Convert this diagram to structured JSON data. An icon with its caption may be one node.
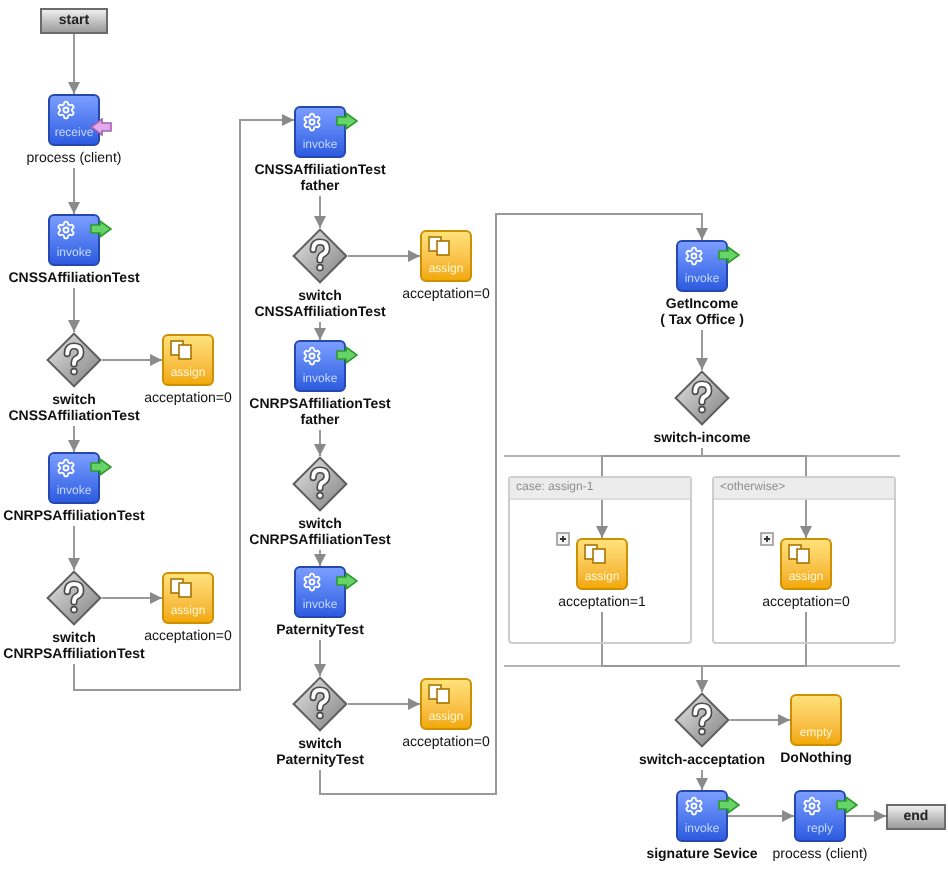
{
  "diagram": {
    "nodes": [
      {
        "text": [
          "start"
        ]
      },
      {
        "text": [
          "receive",
          "process (client)"
        ]
      },
      {
        "text": [
          "invoke",
          "CNSSAffiliationTest"
        ]
      },
      {
        "text": [
          "switch CNSSAffiliationTest"
        ]
      },
      {
        "text": [
          "assign",
          "acceptation=0"
        ]
      },
      {
        "text": [
          "invoke",
          "CNRPSAffiliationTest"
        ]
      },
      {
        "text": [
          "switch CNRPSAffiliationTest"
        ]
      },
      {
        "text": [
          "assign",
          "acceptation=0"
        ]
      },
      {
        "text": [
          "invoke",
          "CNSSAffiliationTest father"
        ]
      },
      {
        "text": [
          "switch CNSSAffiliationTest"
        ]
      },
      {
        "text": [
          "assign",
          "acceptation=0"
        ]
      },
      {
        "text": [
          "invoke",
          "CNRPSAffiliationTest father"
        ]
      },
      {
        "text": [
          "switch CNRPSAffiliationTest"
        ]
      },
      {
        "text": [
          "invoke",
          "PaternityTest"
        ]
      },
      {
        "text": [
          "switch PaternityTest"
        ]
      },
      {
        "text": [
          "assign",
          "acceptation=0"
        ]
      },
      {
        "text": [
          "invoke",
          "GetIncome",
          "( Tax Office )"
        ]
      },
      {
        "text": [
          "switch-income"
        ]
      },
      {
        "text": [
          "case: assign-1"
        ]
      },
      {
        "text": [
          "assign",
          "acceptation=1"
        ],
        "in": 18
      },
      {
        "text": [
          "<otherwise>"
        ]
      },
      {
        "text": [
          "assign",
          "acceptation=0"
        ],
        "in": 20
      },
      {
        "text": [
          "switch-acceptation"
        ]
      },
      {
        "text": [
          "empty",
          "DoNothing"
        ]
      },
      {
        "text": [
          "invoke",
          "signature Sevice"
        ]
      },
      {
        "text": [
          "reply",
          "process (client)"
        ]
      },
      {
        "text": [
          "end"
        ]
      }
    ],
    "edges": [
      {
        "from": 0,
        "to": 1,
        "arrow": "to"
      },
      {
        "from": 1,
        "to": 2,
        "arrow": "to"
      },
      {
        "from": 2,
        "to": 3,
        "arrow": "to"
      },
      {
        "from": 3,
        "to": 4,
        "arrow": "to"
      },
      {
        "from": 3,
        "to": 5,
        "arrow": "to"
      },
      {
        "from": 5,
        "to": 6,
        "arrow": "to"
      },
      {
        "from": 6,
        "to": 7,
        "arrow": "to"
      },
      {
        "from": 6,
        "to": 8,
        "arrow": "to"
      },
      {
        "from": 8,
        "to": 9,
        "arrow": "to"
      },
      {
        "from": 9,
        "to": 10,
        "arrow": "to"
      },
      {
        "from": 9,
        "to": 11,
        "arrow": "to"
      },
      {
        "from": 11,
        "to": 12,
        "arrow": "to"
      },
      {
        "from": 12,
        "to": 13,
        "arrow": "to"
      },
      {
        "from": 13,
        "to": 14,
        "arrow": "to"
      },
      {
        "from": 14,
        "to": 15,
        "arrow": "to"
      },
      {
        "from": 14,
        "to": 16,
        "arrow": "to"
      },
      {
        "from": 16,
        "to": 17,
        "arrow": "to"
      },
      {
        "from": 17,
        "to": 19,
        "arrow": "to"
      },
      {
        "from": 17,
        "to": 21,
        "arrow": "to"
      },
      {
        "from": 19,
        "to": 22,
        "arrow": "to"
      },
      {
        "from": 21,
        "to": 22,
        "arrow": "to"
      },
      {
        "from": 22,
        "to": 23,
        "arrow": "to"
      },
      {
        "from": 22,
        "to": 24,
        "arrow": "to"
      },
      {
        "from": 24,
        "to": 25,
        "arrow": "to"
      },
      {
        "from": 25,
        "to": 26,
        "arrow": "to"
      }
    ]
  }
}
